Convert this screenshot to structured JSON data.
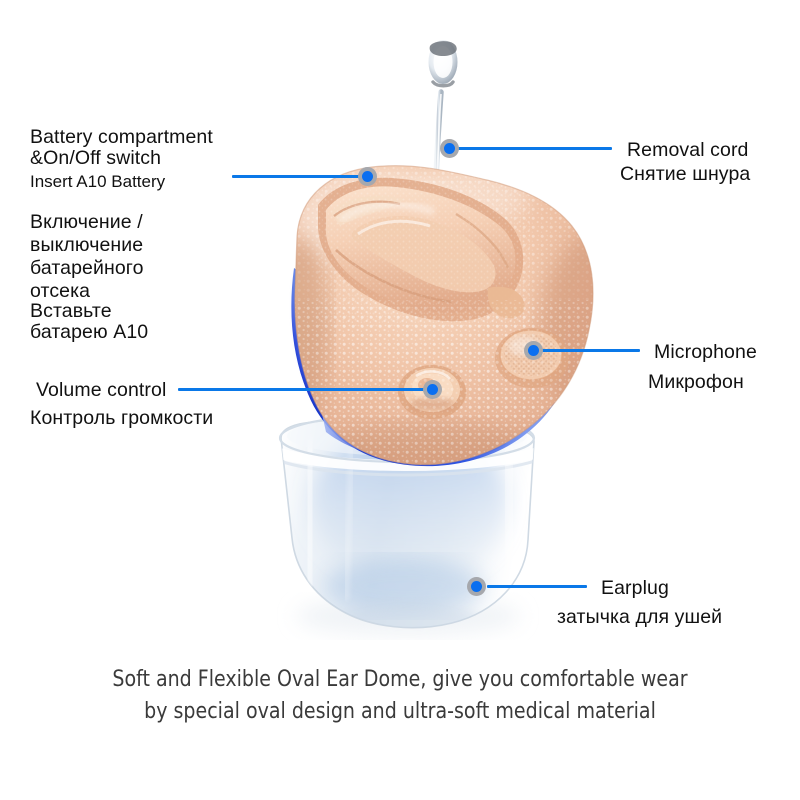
{
  "page": {
    "background_color": "#ffffff",
    "accent_color": "#0a78e8",
    "dot_ring_color": "#a6a8ad",
    "dot_core_color": "#0a6ff0",
    "text_color": "#111111",
    "caption_color": "#3a3a3a"
  },
  "product": {
    "name": "in-ear-hearing-aid",
    "shell_color": "#e8b89a",
    "faceplate_color": "#f0c6a8",
    "blue_shell_color": "#1536c8",
    "ear_dome_color": "#e9eef3",
    "cord_color": "#c9d2da"
  },
  "callouts": [
    {
      "id": "battery-compartment",
      "lines_en": [
        "Battery compartment",
        "&On/Off switch"
      ],
      "line_small_en": "Insert A10 Battery",
      "lines_ru": [
        "Включение /",
        "выключение",
        "батарейного",
        "отсека",
        "Вставьте",
        "батарею A10"
      ]
    },
    {
      "id": "removal-cord",
      "label_en": "Removal cord",
      "label_ru": "Снятие шнура"
    },
    {
      "id": "microphone",
      "label_en": "Microphone",
      "label_ru": "Микрофон"
    },
    {
      "id": "volume-control",
      "label_en": "Volume control",
      "label_ru": "Контроль громкости"
    },
    {
      "id": "earplug",
      "label_en": "Earplug",
      "label_ru": "затычка для ушей"
    }
  ],
  "caption": {
    "line1": "Soft and Flexible Oval Ear Dome, give you comfortable wear",
    "line2": "by special oval design and ultra-soft medical material"
  }
}
